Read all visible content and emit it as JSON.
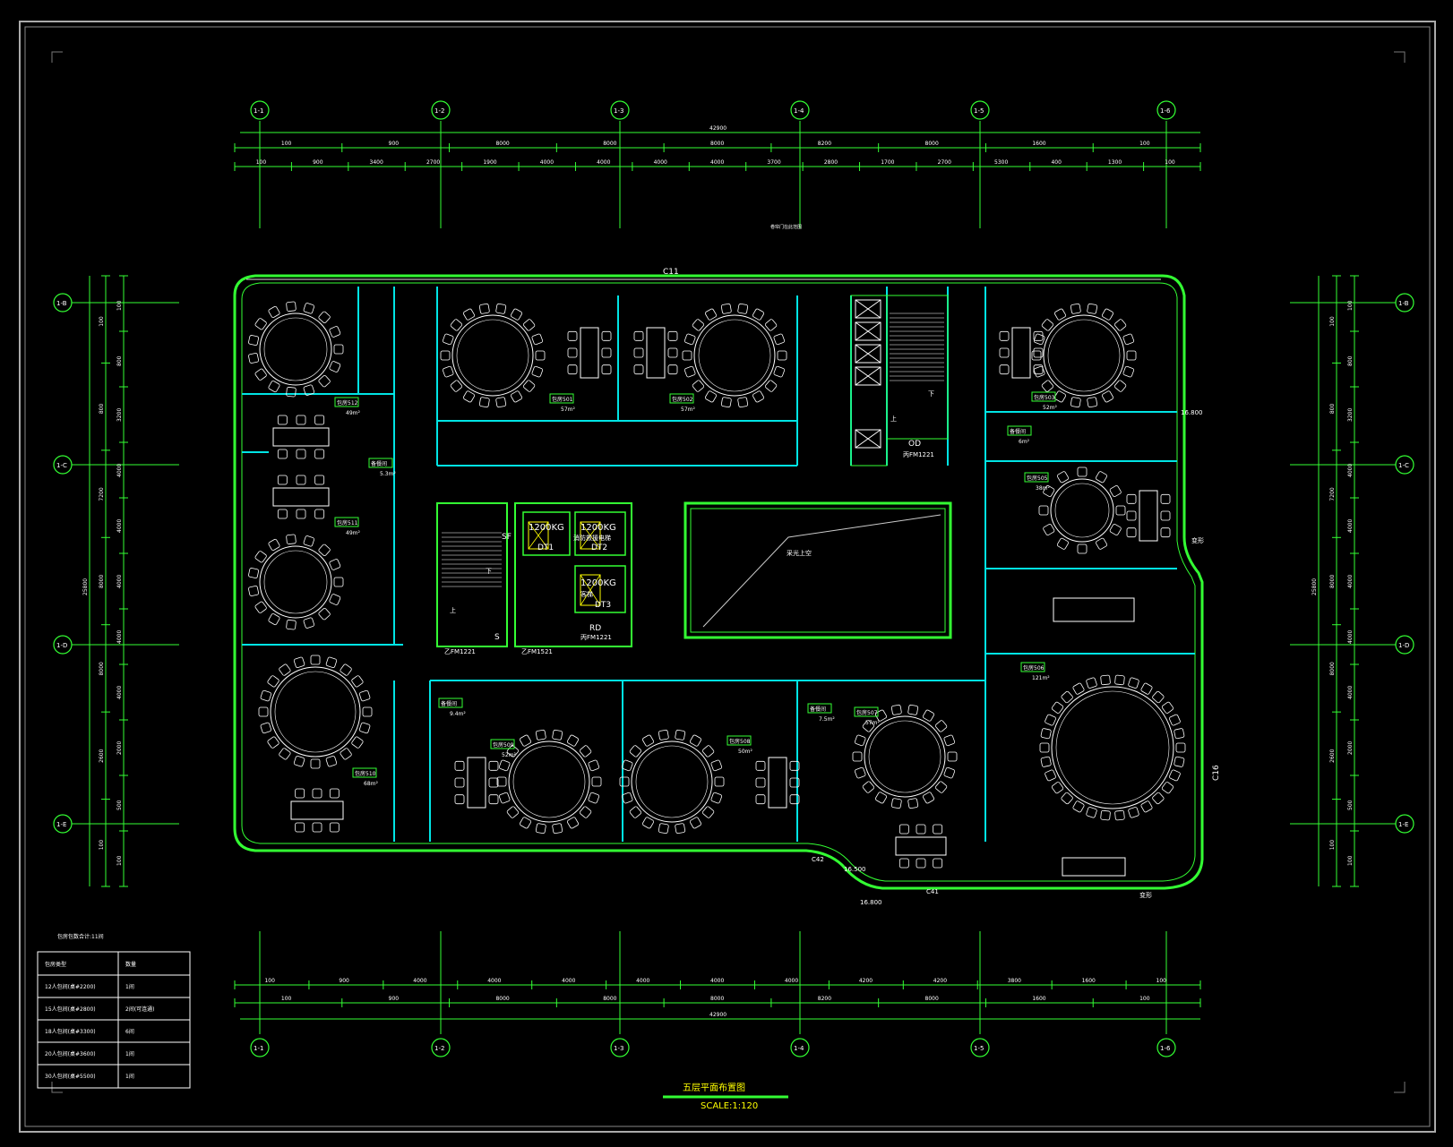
{
  "colors": {
    "background": "#000000",
    "wall": "#33ff33",
    "cyan": "#00e5e5",
    "white": "#ffffff",
    "yellow": "#ffff00",
    "magenta": "#ff33ff"
  },
  "grid": {
    "columns": [
      "1-1",
      "1-2",
      "1-3",
      "1-4",
      "1-5",
      "1-6"
    ],
    "rows": [
      "1-B",
      "1-C",
      "1-D",
      "1-E"
    ]
  },
  "dimensions": {
    "top_total": "42900",
    "top_row1": [
      "100",
      "900",
      "8000",
      "8000",
      "8000",
      "8200",
      "8000",
      "1600",
      "100"
    ],
    "top_row2": [
      "100",
      "900",
      "3400",
      "2700",
      "1900",
      "4000",
      "4000",
      "4000",
      "4000",
      "3700",
      "2800",
      "1700",
      "2700",
      "5300",
      "400",
      "1300",
      "100"
    ],
    "bottom_row1": [
      "100",
      "900",
      "4000",
      "4000",
      "4000",
      "4000",
      "4000",
      "4000",
      "4200",
      "4200",
      "3800",
      "1600",
      "100"
    ],
    "bottom_row2": [
      "100",
      "900",
      "8000",
      "8000",
      "8000",
      "8200",
      "8000",
      "1600",
      "100"
    ],
    "bottom_total": "42900",
    "side_total": "25800",
    "side_outer": [
      "100",
      "800",
      "7200",
      "8000",
      "8000",
      "2600",
      "100"
    ],
    "side_inner": [
      "100",
      "800",
      "3200",
      "4000",
      "4000",
      "4000",
      "4000",
      "4000",
      "2000",
      "500",
      "100"
    ]
  },
  "plan_labels": {
    "c11": "C11",
    "c16": "C16",
    "c42": "C42",
    "c41": "C41",
    "level_right": "16.800",
    "level_bottom": "16.800",
    "level_mid": "16.500",
    "atrium": "采光上空",
    "elev_dt1_cap": "1200KG",
    "elev_dt1": "DT1",
    "elev_dt2_cap": "1200KG",
    "elev_dt2": "DT2",
    "elev_dt3_cap": "1200KG",
    "elev_dt3": "DT3",
    "elev_dt3_sub": "客梯",
    "fire_note": "消防救援电梯",
    "rd": "RD",
    "od": "OD",
    "door_fm": "丙FM1221",
    "door_fm_b": "丙FM1221",
    "door_rd": "乙FM1221",
    "door_s": "乙FM1521",
    "shaft_s": "S",
    "shaft_sf": "SF",
    "stair_up_top": "上",
    "stair_dn_top": "下",
    "stair_up_mid": "上",
    "stair_dn_mid": "下",
    "top_note": "卷帘门在此范围",
    "right_note": "变形",
    "right_note_b": "变形"
  },
  "rooms": [
    {
      "name": "包房512",
      "area": "49m²"
    },
    {
      "name": "包房511",
      "area": "49m²"
    },
    {
      "name": "包房510",
      "area": "68m²"
    },
    {
      "name": "包房501",
      "area": "57m²"
    },
    {
      "name": "包房502",
      "area": "57m²"
    },
    {
      "name": "包房503",
      "area": "52m²"
    },
    {
      "name": "包房505",
      "area": "38m²"
    },
    {
      "name": "包房506",
      "area": "121m²"
    },
    {
      "name": "包房507",
      "area": "57m²"
    },
    {
      "name": "包房508",
      "area": "50m²"
    },
    {
      "name": "包房509",
      "area": "52m²"
    },
    {
      "name": "备餐间",
      "area": "5.3m²"
    },
    {
      "name": "备餐间",
      "area": "6m²"
    },
    {
      "name": "备餐间",
      "area": "9.4m²"
    },
    {
      "name": "备餐间",
      "area": "7.5m²"
    }
  ],
  "legend": {
    "title": "包房包数合计:11间",
    "header": [
      "包房类型",
      "数量"
    ],
    "rows": [
      [
        "12人包间(桌#2200)",
        "1间"
      ],
      [
        "15人包间(桌#2800)",
        "2间(可连通)"
      ],
      [
        "18人包间(桌#3300)",
        "6间"
      ],
      [
        "20人包间(桌#3600)",
        "1间"
      ],
      [
        "30人包间(桌#5500)",
        "1间"
      ]
    ]
  },
  "title_block": {
    "title": "五层平面布置图",
    "scale": "SCALE:1:120"
  }
}
